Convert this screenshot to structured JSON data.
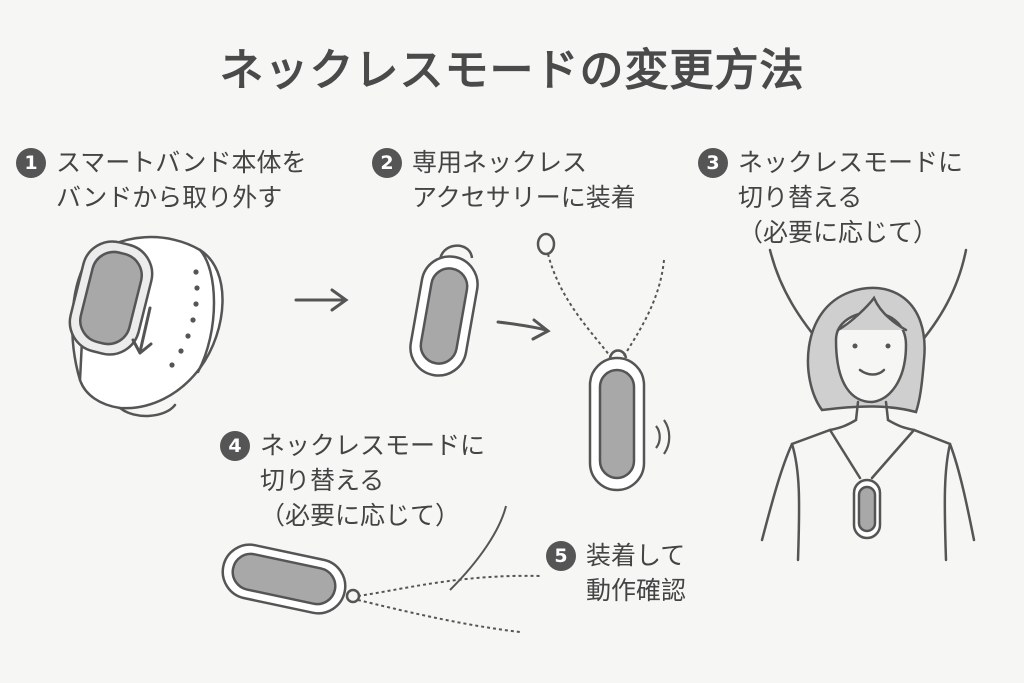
{
  "title": "ネックレスモードの変更方法",
  "steps": [
    {
      "number": "1",
      "lines": [
        "スマートバンド本体を",
        "バンドから取り外す"
      ]
    },
    {
      "number": "2",
      "lines": [
        "専用ネックレス",
        "アクセサリーに装着"
      ]
    },
    {
      "number": "3",
      "lines": [
        "ネックレスモードに",
        "切り替える",
        "（必要に応じて）"
      ]
    },
    {
      "number": "4",
      "lines": [
        "ネックレスモードに",
        "切り替える",
        "（必要に応じて）"
      ]
    },
    {
      "number": "5",
      "lines": [
        "装着して",
        "動作確認"
      ]
    }
  ],
  "colors": {
    "background": "#f6f6f4",
    "text": "#444444",
    "badge": "#555555",
    "device_screen": "#a8a8a8",
    "outline": "#555555"
  }
}
